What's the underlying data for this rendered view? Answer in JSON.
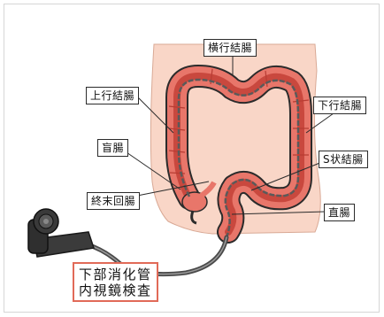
{
  "labels": {
    "transverse": "横行結腸",
    "ascending": "上行結腸",
    "descending": "下行結腸",
    "cecum": "盲腸",
    "sigmoid": "S状結腸",
    "terminal_ileum": "終末回腸",
    "rectum": "直腸"
  },
  "title": {
    "line1": "下部消化管",
    "line2": "内視鏡検査"
  },
  "colors": {
    "skin": "#f9d6c7",
    "colon": "#e8766a",
    "colon_inner": "#c9483e",
    "outline": "#2b2b2b",
    "scope": "#555555",
    "title_border": "#e16a58"
  }
}
